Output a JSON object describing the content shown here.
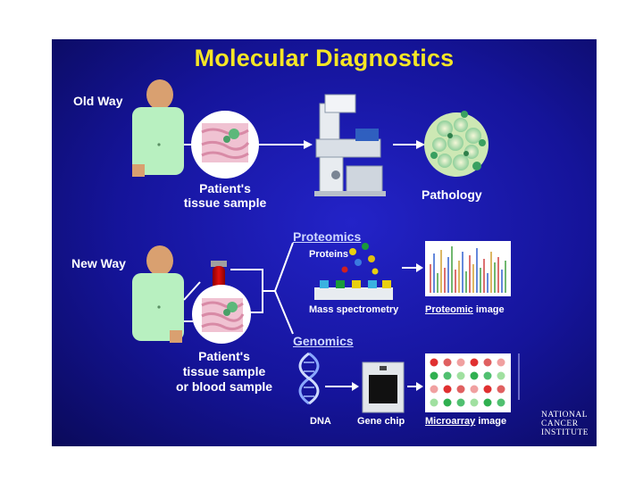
{
  "title": "Molecular Diagnostics",
  "old_way": {
    "label": "Old Way",
    "sample_label_line1": "Patient's",
    "sample_label_line2": "tissue sample",
    "result_label": "Pathology"
  },
  "new_way": {
    "label": "New Way",
    "sample_label_line1": "Patient's",
    "sample_label_line2": "tissue sample",
    "sample_label_line3": "or blood sample"
  },
  "proteomics": {
    "heading": "Proteomics",
    "proteins_label": "Proteins",
    "mass_spec_label": "Mass spectrometry",
    "image_label_underlined": "Proteomic",
    "image_label_rest": " image"
  },
  "genomics": {
    "heading": "Genomics",
    "dna_label": "DNA",
    "chip_label": "Gene chip",
    "image_label_underlined": "Microarray",
    "image_label_rest": " image"
  },
  "logo": {
    "line1": "NATIONAL",
    "line2": "CANCER",
    "line3": "INSTITUTE"
  },
  "colors": {
    "background": "#1a1aa8",
    "title": "#f5e625",
    "skin": "#d9a070",
    "shirt": "#b8f0c0"
  }
}
